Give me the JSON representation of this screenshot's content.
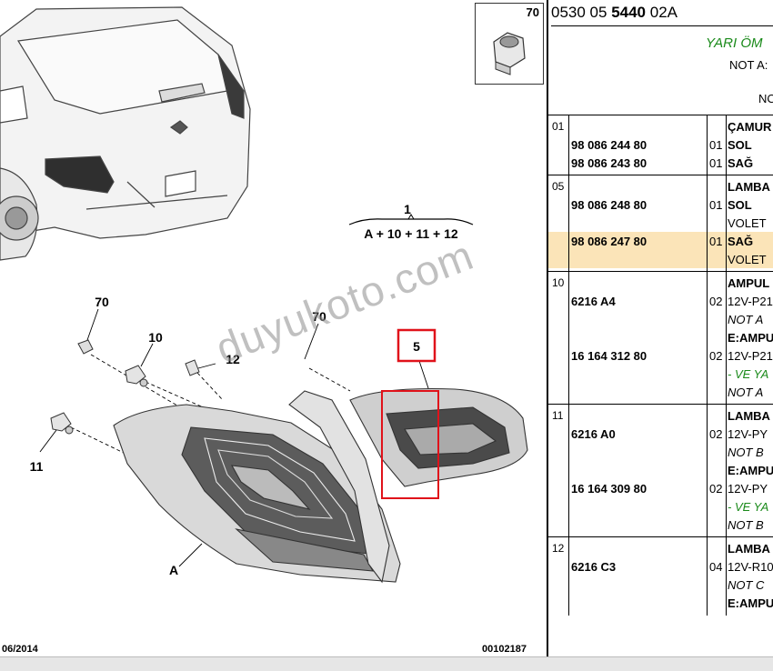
{
  "diagram": {
    "assembly_label": "1",
    "assembly_formula": "A + 10 + 11 + 12",
    "callouts": {
      "c70_top": "70",
      "c70_mid": "70",
      "c10": "10",
      "c12": "12",
      "c11": "11",
      "c5": "5",
      "cA": "A"
    },
    "date": "06/2014",
    "drawing_no": "00102187",
    "watermark": "duyukoto.com",
    "highlight_color": "#e0121a"
  },
  "thumbnail": {
    "number": "70"
  },
  "header": {
    "ref_prefix": "0530 05 ",
    "ref_bold": "5440",
    "ref_suffix": " 02A",
    "category": "YARI ÖM",
    "note": "NOT A:",
    "note2": "NO"
  },
  "groups": [
    {
      "pos": "01",
      "rows": [
        {
          "pn": "",
          "qty": "",
          "desc": "ÇAMUR",
          "style": "bold"
        },
        {
          "pn": "98 086 244 80",
          "qty": "01",
          "desc": "SOL",
          "style": "bold"
        },
        {
          "pn": "98 086 243 80",
          "qty": "01",
          "desc": "SAĞ",
          "style": "bold"
        }
      ]
    },
    {
      "pos": "05",
      "rows": [
        {
          "pn": "",
          "qty": "",
          "desc": "LAMBA",
          "style": "bold"
        },
        {
          "pn": "98 086 248 80",
          "qty": "01",
          "desc": "SOL",
          "style": "bold"
        },
        {
          "pn": "",
          "qty": "",
          "desc": "VOLET",
          "style": ""
        },
        {
          "pn": "98 086 247 80",
          "qty": "01",
          "desc": "SAĞ",
          "style": "bold"
        },
        {
          "pn": "",
          "qty": "",
          "desc": "VOLET",
          "style": ""
        }
      ]
    },
    {
      "pos": "10",
      "rows": [
        {
          "pn": "",
          "qty": "",
          "desc": "AMPUL",
          "style": "bold"
        },
        {
          "pn": "6216 A4",
          "qty": "02",
          "desc": "12V-P21",
          "style": ""
        },
        {
          "pn": "",
          "qty": "",
          "desc": "NOT A",
          "style": "ital"
        },
        {
          "pn": "",
          "qty": "",
          "desc": "E:AMPU",
          "style": "bold"
        },
        {
          "pn": "16 164 312 80",
          "qty": "02",
          "desc": "12V-P21",
          "style": ""
        },
        {
          "pn": "",
          "qty": "",
          "desc": "- VE YA",
          "style": "green"
        },
        {
          "pn": "",
          "qty": "",
          "desc": "NOT A",
          "style": "ital"
        }
      ]
    },
    {
      "pos": "11",
      "rows": [
        {
          "pn": "",
          "qty": "",
          "desc": "LAMBA",
          "style": "bold"
        },
        {
          "pn": "6216 A0",
          "qty": "02",
          "desc": "12V-PY",
          "style": ""
        },
        {
          "pn": "",
          "qty": "",
          "desc": "NOT B",
          "style": "ital"
        },
        {
          "pn": "",
          "qty": "",
          "desc": "E:AMPU",
          "style": "bold"
        },
        {
          "pn": "16 164 309 80",
          "qty": "02",
          "desc": "12V-PY",
          "style": ""
        },
        {
          "pn": "",
          "qty": "",
          "desc": "- VE YA",
          "style": "green"
        },
        {
          "pn": "",
          "qty": "",
          "desc": "NOT B",
          "style": "ital"
        }
      ]
    },
    {
      "pos": "12",
      "rows": [
        {
          "pn": "",
          "qty": "",
          "desc": "LAMBA",
          "style": "bold"
        },
        {
          "pn": "6216 C3",
          "qty": "04",
          "desc": "12V-R10",
          "style": ""
        },
        {
          "pn": "",
          "qty": "",
          "desc": "NOT C",
          "style": "ital"
        },
        {
          "pn": "",
          "qty": "",
          "desc": "E:AMPU",
          "style": "bold"
        }
      ]
    }
  ],
  "highlight": {
    "group": 1,
    "color": "#fbe4b8"
  }
}
